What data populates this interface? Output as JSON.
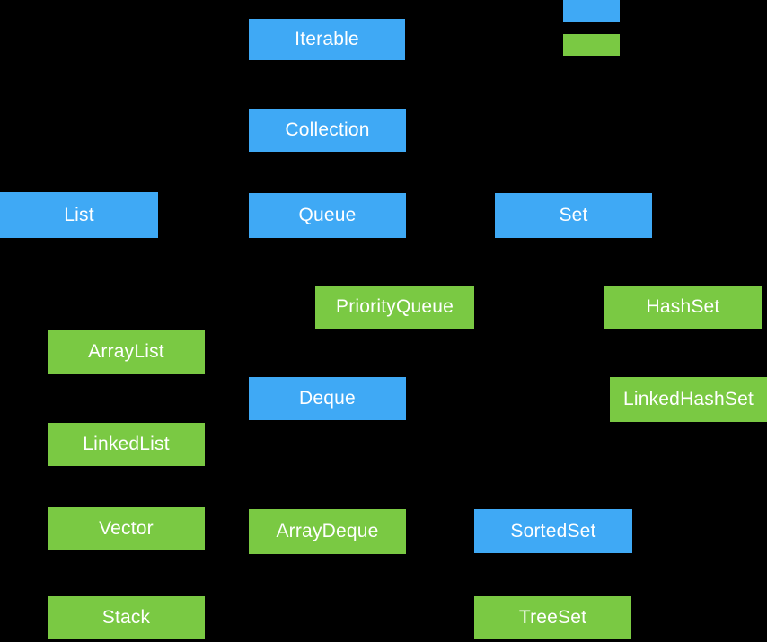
{
  "colors": {
    "background": "#000000",
    "interface_blue": "#3FA9F5",
    "class_green": "#7AC943",
    "label_text": "#FFFFFF"
  },
  "legend": {
    "interface_swatch_color": "#3FA9F5",
    "class_swatch_color": "#7AC943"
  },
  "nodes": {
    "iterable": {
      "label": "Iterable",
      "type": "interface"
    },
    "collection": {
      "label": "Collection",
      "type": "interface"
    },
    "list": {
      "label": "List",
      "type": "interface"
    },
    "queue": {
      "label": "Queue",
      "type": "interface"
    },
    "set": {
      "label": "Set",
      "type": "interface"
    },
    "priorityqueue": {
      "label": "PriorityQueue",
      "type": "class"
    },
    "hashset": {
      "label": "HashSet",
      "type": "class"
    },
    "arraylist": {
      "label": "ArrayList",
      "type": "class"
    },
    "deque": {
      "label": "Deque",
      "type": "interface"
    },
    "linkedhashset": {
      "label": "LinkedHashSet",
      "type": "class"
    },
    "linkedlist": {
      "label": "LinkedList",
      "type": "class"
    },
    "vector": {
      "label": "Vector",
      "type": "class"
    },
    "arraydeque": {
      "label": "ArrayDeque",
      "type": "class"
    },
    "sortedset": {
      "label": "SortedSet",
      "type": "interface"
    },
    "stack": {
      "label": "Stack",
      "type": "class"
    },
    "treeset": {
      "label": "TreeSet",
      "type": "class"
    }
  }
}
